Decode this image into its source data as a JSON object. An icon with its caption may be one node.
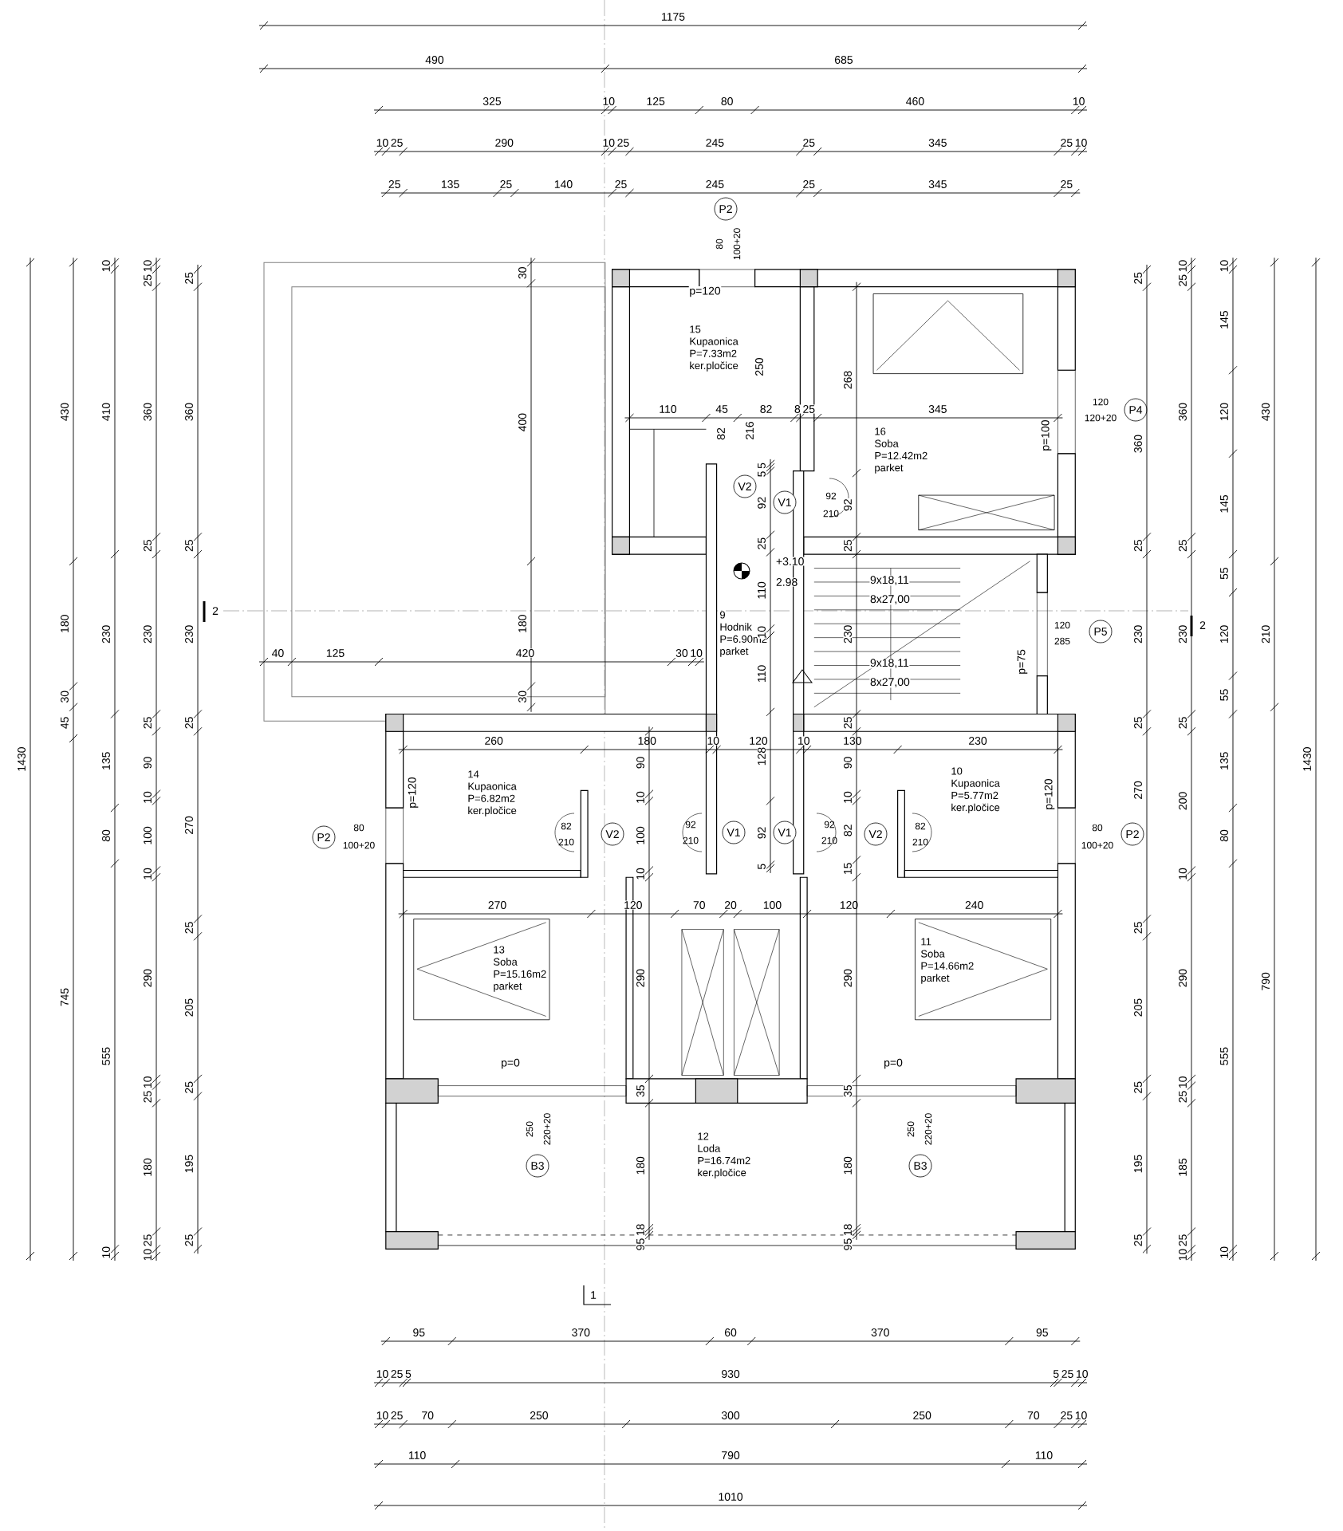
{
  "diagram": {
    "nodes": [
      {
        "text": [
          "P2"
        ],
        "beside": [
          "80",
          "100+20"
        ]
      },
      {
        "text": [
          "15",
          "Kupaonica",
          "P=7.33m2",
          "ker.pločice"
        ]
      },
      {
        "text": [
          "16",
          "Soba",
          "P=12.42m2",
          "parket"
        ]
      },
      {
        "text": [
          "P4"
        ],
        "beside": [
          "120",
          "120+20"
        ]
      },
      {
        "text": [
          "V2"
        ]
      },
      {
        "text": [
          "V1"
        ],
        "beside": [
          "92",
          "210"
        ]
      },
      {
        "text": [
          "9",
          "Hodnik",
          "P=6.90m2",
          "parket"
        ]
      },
      {
        "text": [
          "P5"
        ],
        "beside": [
          "120",
          "285"
        ]
      },
      {
        "text": [
          "14",
          "Kupaonica",
          "P=6.82m2",
          "ker.pločice"
        ]
      },
      {
        "text": [
          "10",
          "Kupaonica",
          "P=5.77m2",
          "ker.pločice"
        ]
      },
      {
        "text": [
          "P2"
        ],
        "beside": [
          "80",
          "100+20"
        ]
      },
      {
        "text": [
          "V2"
        ],
        "beside": [
          "82",
          "210"
        ]
      },
      {
        "text": [
          "V1"
        ],
        "beside": [
          "92",
          "210"
        ]
      },
      {
        "text": [
          "V1"
        ],
        "beside": [
          "92",
          "210"
        ]
      },
      {
        "text": [
          "V2"
        ],
        "beside": [
          "82",
          "210"
        ]
      },
      {
        "text": [
          "P2"
        ],
        "beside": [
          "80",
          "100+20"
        ]
      },
      {
        "text": [
          "13",
          "Soba",
          "P=15.16m2",
          "parket"
        ]
      },
      {
        "text": [
          "11",
          "Soba",
          "P=14.66m2",
          "parket"
        ]
      },
      {
        "text": [
          "12",
          "Loda",
          "P=16.74m2",
          "ker.pločice"
        ]
      },
      {
        "text": [
          "B3"
        ],
        "beside": [
          "250",
          "220+20"
        ]
      },
      {
        "text": [
          "B3"
        ],
        "beside": [
          "250",
          "220+20"
        ]
      }
    ],
    "labels": [
      "1175",
      "490",
      "685",
      "325",
      "10",
      "125",
      "80",
      "460",
      "10",
      "10",
      "25",
      "290",
      "10",
      "25",
      "245",
      "25",
      "345",
      "25",
      "10",
      "25",
      "135",
      "25",
      "140",
      "25",
      "245",
      "25",
      "345",
      "25",
      "1430",
      "430",
      "180",
      "30",
      "45",
      "745",
      "10",
      "410",
      "230",
      "135",
      "80",
      "555",
      "10",
      "10",
      "25",
      "360",
      "25",
      "230",
      "25",
      "90",
      "10",
      "100",
      "10",
      "290",
      "10",
      "25",
      "180",
      "25",
      "10",
      "25",
      "360",
      "25",
      "230",
      "25",
      "270",
      "25",
      "205",
      "25",
      "195",
      "25",
      "25",
      "360",
      "25",
      "230",
      "25",
      "270",
      "25",
      "205",
      "25",
      "195",
      "25",
      "10",
      "25",
      "360",
      "25",
      "230",
      "25",
      "200",
      "10",
      "290",
      "10",
      "25",
      "185",
      "25",
      "10",
      "10",
      "145",
      "120",
      "145",
      "55",
      "120",
      "55",
      "135",
      "80",
      "555",
      "10",
      "430",
      "210",
      "790",
      "1430",
      "95",
      "370",
      "60",
      "370",
      "95",
      "10",
      "25",
      "5",
      "930",
      "5",
      "25",
      "10",
      "10",
      "25",
      "70",
      "250",
      "300",
      "250",
      "70",
      "25",
      "10",
      "110",
      "790",
      "110",
      "1010",
      "30",
      "400",
      "180",
      "30",
      "40",
      "125",
      "420",
      "30",
      "10",
      "110",
      "45",
      "82",
      "8",
      "25",
      "345",
      "260",
      "180",
      "10",
      "120",
      "10",
      "130",
      "230",
      "270",
      "120",
      "70",
      "20",
      "100",
      "120",
      "240",
      "90",
      "10",
      "100",
      "10",
      "290",
      "35",
      "180",
      "18",
      "95",
      "5",
      "5",
      "92",
      "25",
      "110",
      "10",
      "110",
      "128",
      "92",
      "5",
      "268",
      "92",
      "25",
      "230",
      "25",
      "90",
      "10",
      "82",
      "15",
      "290",
      "35",
      "180",
      "18",
      "95",
      "p=120",
      "250",
      "82",
      "216",
      "p=100",
      "+3.10",
      "2.98",
      "9x18,11",
      "8x27,00",
      "9x18,11",
      "8x27,00",
      "p=75",
      "p=120",
      "p=120",
      "p=0",
      "p=0",
      "2",
      "2",
      "1"
    ]
  }
}
